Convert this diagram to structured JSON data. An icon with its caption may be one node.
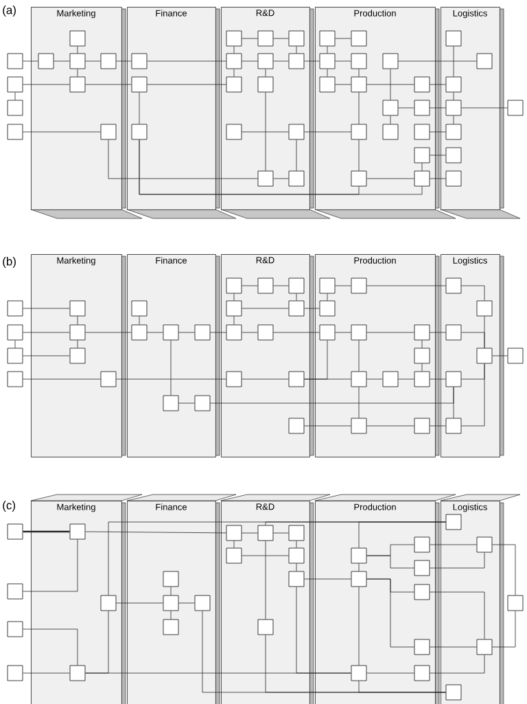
{
  "diagram": {
    "nodes": [
      {
        "text": [
          "Marketing"
        ]
      },
      {
        "text": [
          "Finance"
        ]
      },
      {
        "text": [
          "R&D"
        ]
      },
      {
        "text": [
          "Production"
        ]
      },
      {
        "text": [
          "Logistics"
        ]
      },
      {
        "text": [],
        "shape": "box",
        "in": 0
      },
      {
        "text": [],
        "shape": "box",
        "in": 2
      },
      {
        "text": [],
        "shape": "box",
        "in": 2
      },
      {
        "text": [],
        "shape": "box",
        "in": 2
      },
      {
        "text": [],
        "shape": "box",
        "in": 3
      },
      {
        "text": [],
        "shape": "box",
        "in": 3
      },
      {
        "text": [],
        "shape": "box",
        "in": 4
      },
      {
        "text": [],
        "shape": "box"
      },
      {
        "text": [],
        "shape": "box",
        "in": 0
      },
      {
        "text": [],
        "shape": "box",
        "in": 0
      },
      {
        "text": [],
        "shape": "box",
        "in": 0
      },
      {
        "text": [],
        "shape": "box",
        "in": 1
      },
      {
        "text": [],
        "shape": "box",
        "in": 2
      },
      {
        "text": [],
        "shape": "box",
        "in": 2
      },
      {
        "text": [],
        "shape": "box",
        "in": 2
      },
      {
        "text": [],
        "shape": "box",
        "in": 3
      },
      {
        "text": [],
        "shape": "box",
        "in": 3
      },
      {
        "text": [],
        "shape": "box",
        "in": 3
      },
      {
        "text": [],
        "shape": "box",
        "in": 4
      },
      {
        "text": [],
        "shape": "box"
      },
      {
        "text": [],
        "shape": "box",
        "in": 0
      },
      {
        "text": [],
        "shape": "box",
        "in": 1
      },
      {
        "text": [],
        "shape": "box",
        "in": 2
      },
      {
        "text": [],
        "shape": "box",
        "in": 2
      },
      {
        "text": [],
        "shape": "box",
        "in": 3
      },
      {
        "text": [],
        "shape": "box",
        "in": 3
      },
      {
        "text": [],
        "shape": "box",
        "in": 3
      },
      {
        "text": [],
        "shape": "box",
        "in": 4
      },
      {
        "text": [],
        "shape": "box"
      },
      {
        "text": [],
        "shape": "box",
        "in": 3
      },
      {
        "text": [],
        "shape": "box",
        "in": 3
      },
      {
        "text": [],
        "shape": "box",
        "in": 4
      },
      {
        "text": [],
        "shape": "box"
      },
      {
        "text": [],
        "shape": "box"
      },
      {
        "text": [],
        "shape": "box",
        "in": 0
      },
      {
        "text": [],
        "shape": "box",
        "in": 1
      },
      {
        "text": [],
        "shape": "box",
        "in": 2
      },
      {
        "text": [],
        "shape": "box",
        "in": 2
      },
      {
        "text": [],
        "shape": "box",
        "in": 3
      },
      {
        "text": [],
        "shape": "box",
        "in": 3
      },
      {
        "text": [],
        "shape": "box",
        "in": 3
      },
      {
        "text": [],
        "shape": "box",
        "in": 4
      },
      {
        "text": [],
        "shape": "box",
        "in": 3
      },
      {
        "text": [],
        "shape": "box",
        "in": 4
      },
      {
        "text": [],
        "shape": "box",
        "in": 2
      },
      {
        "text": [],
        "shape": "box",
        "in": 2
      },
      {
        "text": [],
        "shape": "box",
        "in": 3
      },
      {
        "text": [],
        "shape": "box",
        "in": 3
      },
      {
        "text": [],
        "shape": "box",
        "in": 4
      },
      {
        "text": [
          "Marketing"
        ]
      },
      {
        "text": [
          "Finance"
        ]
      },
      {
        "text": [
          "R&D"
        ]
      },
      {
        "text": [
          "Production"
        ]
      },
      {
        "text": [
          "Logistics"
        ]
      },
      {
        "text": [],
        "shape": "box",
        "in": 56
      },
      {
        "text": [],
        "shape": "box",
        "in": 56
      },
      {
        "text": [],
        "shape": "box",
        "in": 56
      },
      {
        "text": [],
        "shape": "box",
        "in": 57
      },
      {
        "text": [],
        "shape": "box",
        "in": 57
      },
      {
        "text": [],
        "shape": "box",
        "in": 58
      },
      {
        "text": [],
        "shape": "box"
      },
      {
        "text": [],
        "shape": "box",
        "in": 54
      },
      {
        "text": [],
        "shape": "box",
        "in": 55
      },
      {
        "text": [],
        "shape": "box",
        "in": 56
      },
      {
        "text": [],
        "shape": "box",
        "in": 56
      },
      {
        "text": [],
        "shape": "box",
        "in": 57
      },
      {
        "text": [],
        "shape": "box",
        "in": 58
      },
      {
        "text": [],
        "shape": "box"
      },
      {
        "text": [],
        "shape": "box",
        "in": 54
      },
      {
        "text": [],
        "shape": "box",
        "in": 55
      },
      {
        "text": [],
        "shape": "box",
        "in": 55
      },
      {
        "text": [],
        "shape": "box",
        "in": 55
      },
      {
        "text": [],
        "shape": "box",
        "in": 56
      },
      {
        "text": [],
        "shape": "box",
        "in": 56
      },
      {
        "text": [],
        "shape": "box",
        "in": 57
      },
      {
        "text": [],
        "shape": "box",
        "in": 57
      },
      {
        "text": [],
        "shape": "box",
        "in": 57
      },
      {
        "text": [],
        "shape": "box",
        "in": 58
      },
      {
        "text": [],
        "shape": "box"
      },
      {
        "text": [],
        "shape": "box",
        "in": 54
      },
      {
        "text": [],
        "shape": "box",
        "in": 57
      },
      {
        "text": [],
        "shape": "box",
        "in": 58
      },
      {
        "text": [],
        "shape": "box"
      },
      {
        "text": [],
        "shape": "box"
      },
      {
        "text": [],
        "shape": "box",
        "in": 54
      },
      {
        "text": [],
        "shape": "box",
        "in": 56
      },
      {
        "text": [],
        "shape": "box",
        "in": 56
      },
      {
        "text": [],
        "shape": "box",
        "in": 57
      },
      {
        "text": [],
        "shape": "box",
        "in": 57
      },
      {
        "text": [],
        "shape": "box",
        "in": 57
      },
      {
        "text": [],
        "shape": "box",
        "in": 58
      },
      {
        "text": [],
        "shape": "box",
        "in": 55
      },
      {
        "text": [],
        "shape": "box",
        "in": 55
      },
      {
        "text": [],
        "shape": "box",
        "in": 56
      },
      {
        "text": [],
        "shape": "box",
        "in": 57
      },
      {
        "text": [],
        "shape": "box",
        "in": 57
      },
      {
        "text": [],
        "shape": "box",
        "in": 58
      },
      {
        "text": [
          "Marketing"
        ]
      },
      {
        "text": [
          "Finance"
        ]
      },
      {
        "text": [
          "R&D"
        ]
      },
      {
        "text": [
          "Production"
        ]
      },
      {
        "text": [
          "Logistics"
        ]
      },
      {
        "text": [],
        "shape": "box",
        "in": 106
      },
      {
        "text": [],
        "shape": "box"
      },
      {
        "text": [],
        "shape": "box",
        "in": 102
      },
      {
        "text": [],
        "shape": "box",
        "in": 104
      },
      {
        "text": [],
        "shape": "box",
        "in": 104
      },
      {
        "text": [],
        "shape": "box",
        "in": 104
      },
      {
        "text": [],
        "shape": "box",
        "in": 105
      },
      {
        "text": [],
        "shape": "box",
        "in": 106
      },
      {
        "text": [],
        "shape": "box",
        "in": 104
      },
      {
        "text": [],
        "shape": "box",
        "in": 104
      },
      {
        "text": [],
        "shape": "box",
        "in": 105
      },
      {
        "text": [],
        "shape": "box",
        "in": 105
      },
      {
        "text": [],
        "shape": "box",
        "in": 103
      },
      {
        "text": [],
        "shape": "box",
        "in": 104
      },
      {
        "text": [],
        "shape": "box",
        "in": 105
      },
      {
        "text": [],
        "shape": "box"
      },
      {
        "text": [],
        "shape": "box",
        "in": 105
      },
      {
        "text": [],
        "shape": "box",
        "in": 102
      },
      {
        "text": [],
        "shape": "box",
        "in": 103
      },
      {
        "text": [],
        "shape": "box",
        "in": 103
      },
      {
        "text": [],
        "shape": "box"
      },
      {
        "text": [],
        "shape": "box",
        "in": 103
      },
      {
        "text": [],
        "shape": "box"
      },
      {
        "text": [],
        "shape": "box",
        "in": 104
      },
      {
        "text": [],
        "shape": "box",
        "in": 105
      },
      {
        "text": [],
        "shape": "box",
        "in": 106
      },
      {
        "text": [],
        "shape": "box"
      },
      {
        "text": [],
        "shape": "box",
        "in": 102
      },
      {
        "text": [],
        "shape": "box",
        "in": 105
      },
      {
        "text": [],
        "shape": "box",
        "in": 105
      },
      {
        "text": [],
        "shape": "box",
        "in": 106
      }
    ],
    "edges": [
      {
        "from": 12,
        "to": 13,
        "arrow": "none"
      },
      {
        "from": 13,
        "to": 14,
        "arrow": "none"
      },
      {
        "from": 14,
        "to": 15,
        "arrow": "none"
      },
      {
        "from": 15,
        "to": 16,
        "arrow": "none"
      },
      {
        "from": 16,
        "to": 17,
        "arrow": "none"
      },
      {
        "from": 17,
        "to": 18,
        "arrow": "none"
      },
      {
        "from": 18,
        "to": 19,
        "arrow": "none"
      },
      {
        "from": 19,
        "to": 20,
        "arrow": "none"
      },
      {
        "from": 20,
        "to": 21,
        "arrow": "none"
      },
      {
        "from": 22,
        "to": 23,
        "arrow": "none"
      },
      {
        "from": 5,
        "to": 14,
        "arrow": "none"
      },
      {
        "from": 14,
        "to": 25,
        "arrow": "none"
      },
      {
        "from": 6,
        "to": 7,
        "arrow": "none"
      },
      {
        "from": 7,
        "to": 8,
        "arrow": "none"
      },
      {
        "from": 6,
        "to": 17,
        "arrow": "none"
      },
      {
        "from": 17,
        "to": 27,
        "arrow": "none"
      },
      {
        "from": 8,
        "to": 19,
        "arrow": "none"
      },
      {
        "from": 18,
        "to": 28,
        "arrow": "none"
      },
      {
        "from": 9,
        "to": 10,
        "arrow": "none"
      },
      {
        "from": 9,
        "to": 20,
        "arrow": "none"
      },
      {
        "from": 20,
        "to": 29,
        "arrow": "none"
      },
      {
        "from": 21,
        "to": 30,
        "arrow": "none"
      },
      {
        "from": 24,
        "to": 25,
        "arrow": "none"
      },
      {
        "from": 25,
        "to": 26,
        "arrow": "none"
      },
      {
        "from": 26,
        "to": 27,
        "arrow": "none"
      },
      {
        "from": 29,
        "to": 30,
        "arrow": "none"
      },
      {
        "from": 30,
        "to": 31,
        "arrow": "none"
      },
      {
        "from": 31,
        "to": 32,
        "arrow": "none"
      },
      {
        "from": 24,
        "to": 33,
        "arrow": "none"
      },
      {
        "from": 34,
        "to": 35,
        "arrow": "none"
      },
      {
        "from": 35,
        "to": 36,
        "arrow": "none"
      },
      {
        "from": 36,
        "to": 37,
        "arrow": "none"
      },
      {
        "from": 22,
        "to": 34,
        "arrow": "none"
      },
      {
        "from": 34,
        "to": 44,
        "arrow": "none"
      },
      {
        "from": 11,
        "to": 32,
        "arrow": "none"
      },
      {
        "from": 32,
        "to": 36,
        "arrow": "none"
      },
      {
        "from": 36,
        "to": 46,
        "arrow": "none"
      },
      {
        "from": 38,
        "to": 39,
        "arrow": "none"
      },
      {
        "from": 41,
        "to": 42,
        "arrow": "none"
      },
      {
        "from": 42,
        "to": 43,
        "arrow": "none"
      },
      {
        "from": 45,
        "to": 46,
        "arrow": "none"
      },
      {
        "from": 28,
        "to": 49,
        "arrow": "none"
      },
      {
        "from": 42,
        "to": 50,
        "arrow": "none"
      },
      {
        "from": 30,
        "to": 43,
        "arrow": "none"
      },
      {
        "from": 43,
        "to": 51,
        "arrow": "none"
      },
      {
        "from": 51,
        "to": 52,
        "arrow": "none"
      },
      {
        "from": 47,
        "to": 52,
        "arrow": "none"
      },
      {
        "from": 47,
        "to": 48,
        "arrow": "none"
      },
      {
        "from": 52,
        "to": 53,
        "arrow": "none"
      },
      {
        "from": 26,
        "to": 40,
        "arrow": "none"
      },
      {
        "from": 40,
        "to": 51,
        "arrow": "none"
      },
      {
        "from": 40,
        "to": 52,
        "arrow": "none"
      },
      {
        "from": 39,
        "to": 49,
        "arrow": "none"
      },
      {
        "from": 49,
        "to": 50,
        "arrow": "none"
      },
      {
        "from": 65,
        "to": 66,
        "arrow": "none"
      },
      {
        "from": 66,
        "to": 73,
        "arrow": "none"
      },
      {
        "from": 73,
        "to": 84,
        "arrow": "none"
      },
      {
        "from": 72,
        "to": 73,
        "arrow": "none"
      },
      {
        "from": 73,
        "to": 74,
        "arrow": "none"
      },
      {
        "from": 72,
        "to": 83,
        "arrow": "none"
      },
      {
        "from": 83,
        "to": 84,
        "arrow": "none"
      },
      {
        "from": 67,
        "to": 74,
        "arrow": "none"
      },
      {
        "from": 74,
        "to": 75,
        "arrow": "none"
      },
      {
        "from": 75,
        "to": 76,
        "arrow": "none"
      },
      {
        "from": 76,
        "to": 77,
        "arrow": "none"
      },
      {
        "from": 77,
        "to": 78,
        "arrow": "none"
      },
      {
        "from": 75,
        "to": 96,
        "arrow": "none"
      },
      {
        "from": 96,
        "to": 97,
        "arrow": "none"
      },
      {
        "from": 97,
        "to": 95,
        "arrow": "none"
      },
      {
        "from": 88,
        "to": 89,
        "arrow": "none"
      },
      {
        "from": 89,
        "to": 90,
        "arrow": "none"
      },
      {
        "from": 90,
        "to": 91,
        "arrow": "none"
      },
      {
        "from": 91,
        "to": 92,
        "arrow": "none"
      },
      {
        "from": 92,
        "to": 93,
        "arrow": "none"
      },
      {
        "from": 93,
        "to": 94,
        "arrow": "none"
      },
      {
        "from": 94,
        "to": 95,
        "arrow": "none"
      },
      {
        "from": 79,
        "to": 91,
        "arrow": "none"
      },
      {
        "from": 95,
        "to": 86,
        "arrow": "none"
      },
      {
        "from": 59,
        "to": 60,
        "arrow": "none"
      },
      {
        "from": 60,
        "to": 61,
        "arrow": "none"
      },
      {
        "from": 61,
        "to": 69,
        "arrow": "none"
      },
      {
        "from": 59,
        "to": 68,
        "arrow": "none"
      },
      {
        "from": 68,
        "to": 77,
        "arrow": "none"
      },
      {
        "from": 68,
        "to": 69,
        "arrow": "none"
      },
      {
        "from": 69,
        "to": 70,
        "arrow": "none"
      },
      {
        "from": 62,
        "to": 70,
        "arrow": "none"
      },
      {
        "from": 62,
        "to": 63,
        "arrow": "none"
      },
      {
        "from": 63,
        "to": 64,
        "arrow": "none"
      },
      {
        "from": 64,
        "to": 71,
        "arrow": "none"
      },
      {
        "from": 71,
        "to": 86,
        "arrow": "none"
      },
      {
        "from": 86,
        "to": 87,
        "arrow": "none"
      },
      {
        "from": 86,
        "to": 101,
        "arrow": "none"
      },
      {
        "from": 82,
        "to": 86,
        "arrow": "none"
      },
      {
        "from": 78,
        "to": 79,
        "arrow": "none"
      },
      {
        "from": 79,
        "to": 80,
        "arrow": "none"
      },
      {
        "from": 80,
        "to": 81,
        "arrow": "none"
      },
      {
        "from": 81,
        "to": 82,
        "arrow": "none"
      },
      {
        "from": 81,
        "to": 85,
        "arrow": "none"
      },
      {
        "from": 85,
        "to": 94,
        "arrow": "none"
      },
      {
        "from": 80,
        "to": 92,
        "arrow": "none"
      },
      {
        "from": 92,
        "to": 99,
        "arrow": "none"
      },
      {
        "from": 98,
        "to": 99,
        "arrow": "none"
      },
      {
        "from": 99,
        "to": 100,
        "arrow": "none"
      },
      {
        "from": 100,
        "to": 101,
        "arrow": "none"
      },
      {
        "from": 95,
        "to": 101,
        "arrow": "none"
      },
      {
        "from": 108,
        "to": 109,
        "arrow": "none",
        "style": "thick"
      },
      {
        "from": 109,
        "to": 110,
        "arrow": "none"
      },
      {
        "from": 122,
        "to": 109,
        "arrow": "none"
      },
      {
        "from": 129,
        "to": 134,
        "arrow": "none"
      },
      {
        "from": 133,
        "to": 134,
        "arrow": "none"
      },
      {
        "from": 110,
        "to": 111,
        "arrow": "none"
      },
      {
        "from": 111,
        "to": 112,
        "arrow": "none"
      },
      {
        "from": 110,
        "to": 115,
        "arrow": "none"
      },
      {
        "from": 115,
        "to": 116,
        "arrow": "none"
      },
      {
        "from": 112,
        "to": 116,
        "arrow": "none"
      },
      {
        "from": 116,
        "to": 120,
        "arrow": "none"
      },
      {
        "from": 120,
        "to": 121,
        "arrow": "none"
      },
      {
        "from": 117,
        "to": 121,
        "arrow": "none"
      },
      {
        "from": 124,
        "to": 125,
        "arrow": "none"
      },
      {
        "from": 125,
        "to": 126,
        "arrow": "none"
      },
      {
        "from": 119,
        "to": 125,
        "arrow": "none"
      },
      {
        "from": 125,
        "to": 128,
        "arrow": "none"
      },
      {
        "from": 124,
        "to": 107,
        "arrow": "none"
      },
      {
        "from": 117,
        "to": 107,
        "arrow": "none"
      },
      {
        "from": 111,
        "to": 107,
        "arrow": "none"
      },
      {
        "from": 124,
        "to": 134,
        "arrow": "none"
      },
      {
        "from": 134,
        "to": 135,
        "arrow": "none"
      },
      {
        "from": 120,
        "to": 135,
        "arrow": "none"
      },
      {
        "from": 135,
        "to": 136,
        "arrow": "none"
      },
      {
        "from": 136,
        "to": 132,
        "arrow": "none"
      },
      {
        "from": 121,
        "to": 135,
        "arrow": "none"
      },
      {
        "from": 126,
        "to": 137,
        "arrow": "none"
      },
      {
        "from": 130,
        "to": 137,
        "arrow": "none"
      },
      {
        "from": 135,
        "to": 137,
        "arrow": "none"
      },
      {
        "from": 111,
        "to": 130,
        "arrow": "none"
      },
      {
        "from": 117,
        "to": 113,
        "arrow": "none"
      },
      {
        "from": 117,
        "to": 118,
        "arrow": "none"
      },
      {
        "from": 121,
        "to": 123,
        "arrow": "none"
      },
      {
        "from": 121,
        "to": 131,
        "arrow": "none"
      },
      {
        "from": 113,
        "to": 114,
        "arrow": "none"
      },
      {
        "from": 118,
        "to": 114,
        "arrow": "none"
      },
      {
        "from": 123,
        "to": 132,
        "arrow": "none"
      },
      {
        "from": 131,
        "to": 132,
        "arrow": "none"
      },
      {
        "from": 114,
        "to": 127,
        "arrow": "none"
      },
      {
        "from": 127,
        "to": 132,
        "arrow": "none"
      }
    ],
    "labels": [
      "(a)",
      "(b)",
      "(c)"
    ]
  }
}
